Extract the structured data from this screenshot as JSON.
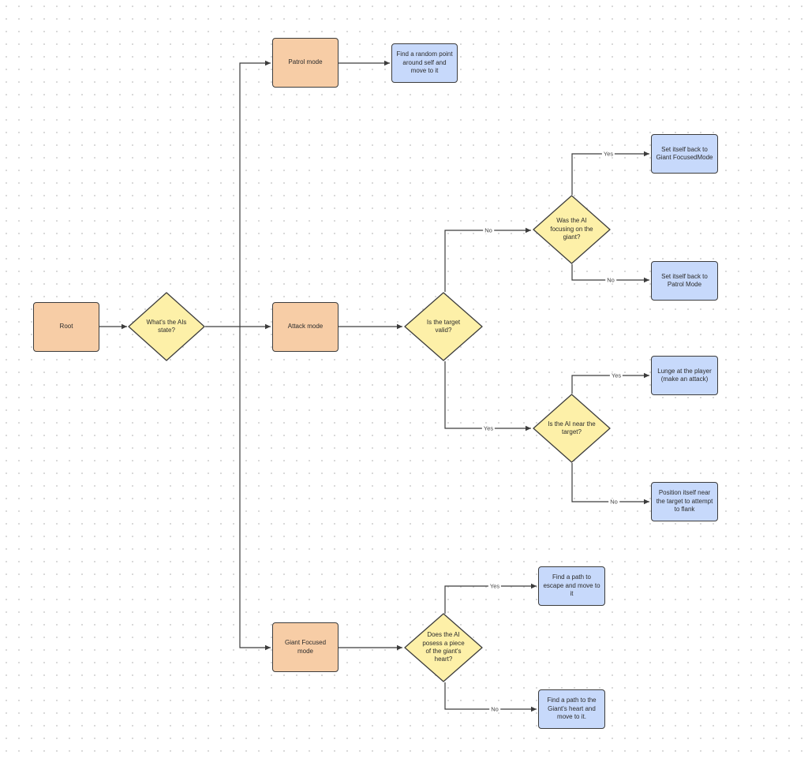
{
  "colors": {
    "process_fill": "#f7cda6",
    "action_fill": "#c7d9fb",
    "decision_fill": "#fdf0a8",
    "stroke": "#3c3c3c",
    "edge": "#3c3c3c"
  },
  "nodes": {
    "root": "Root",
    "ai_state": "What's the AIs state?",
    "patrol_mode": "Patrol mode",
    "attack_mode": "Attack mode",
    "giant_focused_mode": "Giant Focused mode",
    "random_point": "Find a random point around self and move to it",
    "target_valid": "Is the target valid?",
    "focusing_giant": "Was the AI focusing on the giant?",
    "back_giant_focused": "Set itself back to Giant FocusedMode",
    "back_patrol": "Set itself back to Patrol Mode",
    "ai_near_target": "Is the AI near the target?",
    "lunge": "Lunge at the player (make an attack)",
    "position_flank": "Position itself near the target to attempt to flank",
    "possess_heart": "Does the AI posess a piece of the giant's heart?",
    "escape_path": "Find a path to escape and move to it",
    "heart_path": "Find a path to the Giant's heart and move to it."
  },
  "edge_labels": {
    "target_valid_no": "No",
    "target_valid_yes": "Yes",
    "focusing_yes": "Yes",
    "focusing_no": "No",
    "near_yes": "Yes",
    "near_no": "No",
    "heart_yes": "Yes",
    "heart_no": "No"
  }
}
